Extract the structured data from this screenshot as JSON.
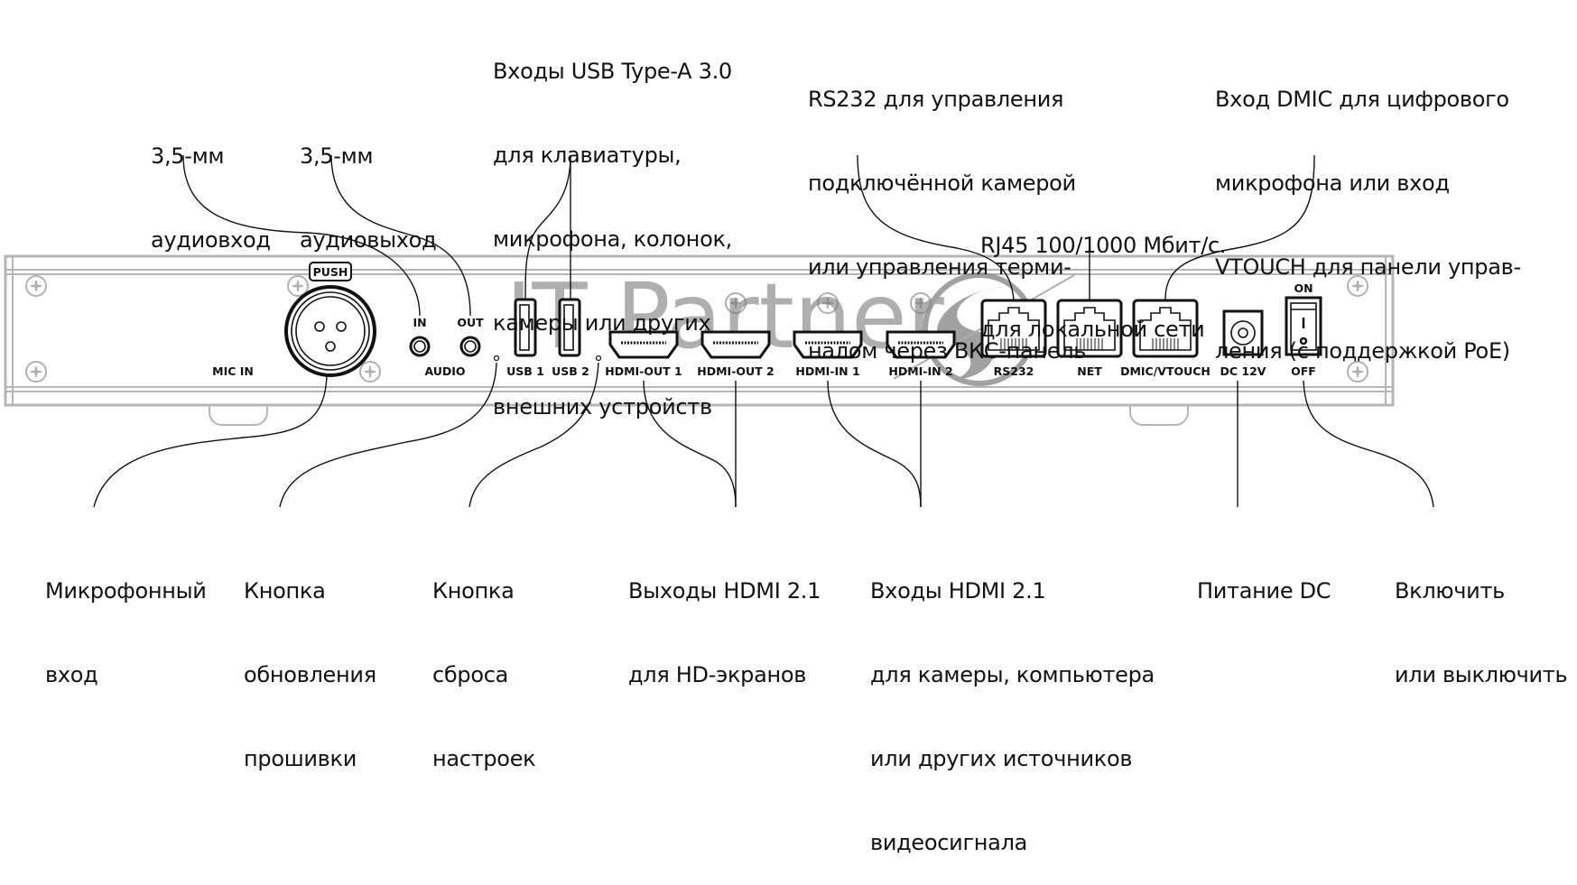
{
  "diagram": {
    "title": "Rear panel connectors",
    "watermark": "IT Partner",
    "colors": {
      "outline": "#111111",
      "chassis": "#b5b5b5",
      "watermark": "#7a7a7a",
      "background": "#ffffff"
    },
    "panel_labels": {
      "push": "PUSH",
      "mic_in": "MIC IN",
      "in": "IN",
      "out": "OUT",
      "audio": "AUDIO",
      "usb1": "USB 1",
      "usb2": "USB 2",
      "hdmi_out1": "HDMI-OUT 1",
      "hdmi_out2": "HDMI-OUT 2",
      "hdmi_in1": "HDMI-IN 1",
      "hdmi_in2": "HDMI-IN 2",
      "rs232": "RS232",
      "net": "NET",
      "dmic_vtouch": "DMIC/VTOUCH",
      "dc12v": "DC 12V",
      "on": "ON",
      "off": "OFF"
    },
    "top_callouts": [
      {
        "id": "audio-in",
        "lines": [
          "3,5-мм",
          "аудиовход"
        ]
      },
      {
        "id": "audio-out",
        "lines": [
          "3,5-мм",
          "аудиовыход"
        ]
      },
      {
        "id": "usb",
        "lines": [
          "Входы USB Type-A 3.0",
          "для клавиатуры,",
          "микрофона, колонок,",
          "камеры или других",
          "внешних устройств"
        ]
      },
      {
        "id": "rs232",
        "lines": [
          "RS232 для управления",
          "подключённой камерой",
          "или управления терми-",
          "налом через ВКС-панель"
        ]
      },
      {
        "id": "rj45",
        "lines": [
          "RJ45 100/1000 Мбит/с.",
          "для локальной сети"
        ]
      },
      {
        "id": "dmic",
        "lines": [
          "Вход DMIC для цифрового",
          "микрофона или вход",
          "VTOUCH для панели управ-",
          "ления (с поддержкой PoE)"
        ]
      }
    ],
    "bottom_callouts": [
      {
        "id": "mic",
        "lines": [
          "Микрофонный",
          "вход"
        ]
      },
      {
        "id": "firmware",
        "lines": [
          "Кнопка",
          "обновления",
          "прошивки"
        ]
      },
      {
        "id": "reset",
        "lines": [
          "Кнопка",
          "сброса",
          "настроек"
        ]
      },
      {
        "id": "hdmi-out",
        "lines": [
          "Выходы HDMI 2.1",
          "для HD-экранов"
        ]
      },
      {
        "id": "hdmi-in",
        "lines": [
          "Входы HDMI 2.1",
          "для камеры, компьютера",
          "или других источников",
          "видеосигнала"
        ]
      },
      {
        "id": "dc",
        "lines": [
          "Питание DC"
        ]
      },
      {
        "id": "power",
        "lines": [
          "Включить",
          "или выключить"
        ]
      }
    ]
  }
}
